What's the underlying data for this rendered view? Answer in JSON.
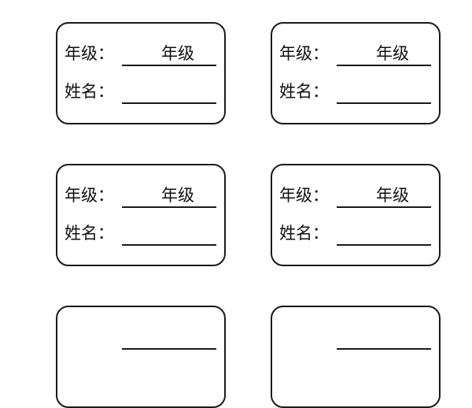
{
  "labels": [
    {
      "grade_label": "年级：",
      "grade_value": "年级",
      "name_label": "姓名：",
      "name_value": ""
    },
    {
      "grade_label": "年级：",
      "grade_value": "年级",
      "name_label": "姓名：",
      "name_value": ""
    },
    {
      "grade_label": "年级：",
      "grade_value": "年级",
      "name_label": "姓名：",
      "name_value": ""
    },
    {
      "grade_label": "年级：",
      "grade_value": "年级",
      "name_label": "姓名：",
      "name_value": ""
    },
    {
      "grade_label": "",
      "grade_value": "",
      "name_label": "",
      "name_value": ""
    },
    {
      "grade_label": "",
      "grade_value": "",
      "name_label": "",
      "name_value": ""
    }
  ]
}
